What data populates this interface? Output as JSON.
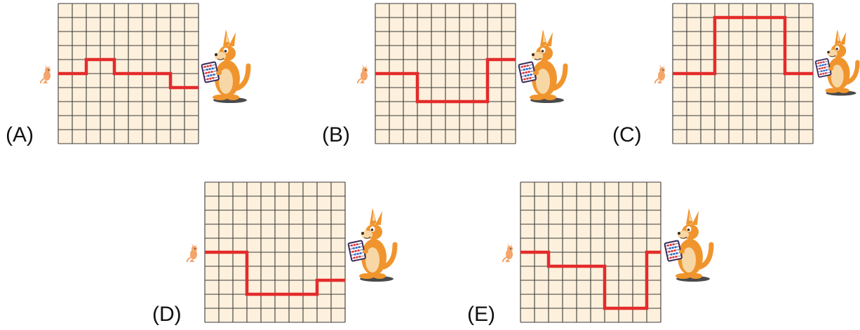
{
  "colors": {
    "grid_fill": "#fdf0dc",
    "grid_line": "#3a3a3a",
    "path": "#e32b2b",
    "kangaroo_body": "#f0952e",
    "kangaroo_belly": "#f8d7a6",
    "small_kangaroo": "#f3a56b"
  },
  "icons": {
    "small": "baby-kangaroo-icon",
    "large": "kangaroo-with-abacus-icon"
  },
  "grid": {
    "columns": 10,
    "rows": 10
  },
  "options": [
    {
      "id": "A",
      "label": "(A)",
      "path_heights": [
        5,
        5,
        6,
        6,
        5,
        5,
        5,
        5,
        4,
        4
      ]
    },
    {
      "id": "B",
      "label": "(B)",
      "path_heights": [
        5,
        5,
        5,
        3,
        3,
        3,
        3,
        3,
        6,
        6
      ]
    },
    {
      "id": "C",
      "label": "(C)",
      "path_heights": [
        5,
        5,
        5,
        9,
        9,
        9,
        9,
        9,
        5,
        5
      ]
    },
    {
      "id": "D",
      "label": "(D)",
      "path_heights": [
        5,
        5,
        5,
        2,
        2,
        2,
        2,
        2,
        3,
        3
      ]
    },
    {
      "id": "E",
      "label": "(E)",
      "path_heights": [
        5,
        5,
        4,
        4,
        4,
        4,
        1,
        1,
        1,
        5
      ]
    }
  ]
}
